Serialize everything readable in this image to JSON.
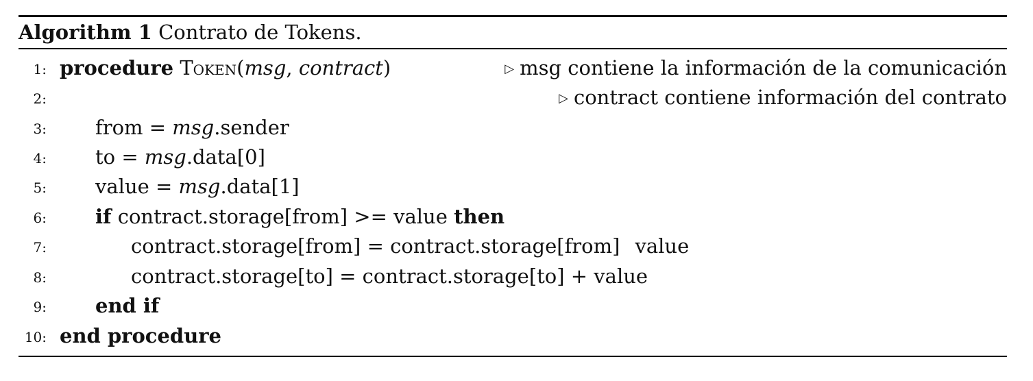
{
  "caption": {
    "label": "Algorithm 1",
    "title": "Contrato de Tokens."
  },
  "comment_marker": "▷",
  "lines": [
    {
      "num": "1:",
      "keyword": "procedure",
      "proc_name": "Token",
      "args_open": "(",
      "arg1": "msg",
      "args_sep": ", ",
      "arg2": "contract",
      "args_close": ")",
      "comment": "msg contiene la información de la comunicación"
    },
    {
      "num": "2:",
      "comment": "contract contiene información del contrato"
    },
    {
      "num": "3:",
      "lhs": "from = ",
      "obj": "msg",
      "rhs": ".sender"
    },
    {
      "num": "4:",
      "lhs": "to = ",
      "obj": "msg",
      "rhs": ".data[0]"
    },
    {
      "num": "5:",
      "lhs": "value = ",
      "obj": "msg",
      "rhs": ".data[1]"
    },
    {
      "num": "6:",
      "kw_if": "if",
      "condition": " contract.storage[from] >= value ",
      "kw_then": "then"
    },
    {
      "num": "7:",
      "text_a": "contract.storage[from] = contract.storage[from]",
      "text_b": "value"
    },
    {
      "num": "8:",
      "text": "contract.storage[to] = contract.storage[to] + value"
    },
    {
      "num": "9:",
      "keyword": "end if"
    },
    {
      "num": "10:",
      "keyword": "end procedure"
    }
  ]
}
